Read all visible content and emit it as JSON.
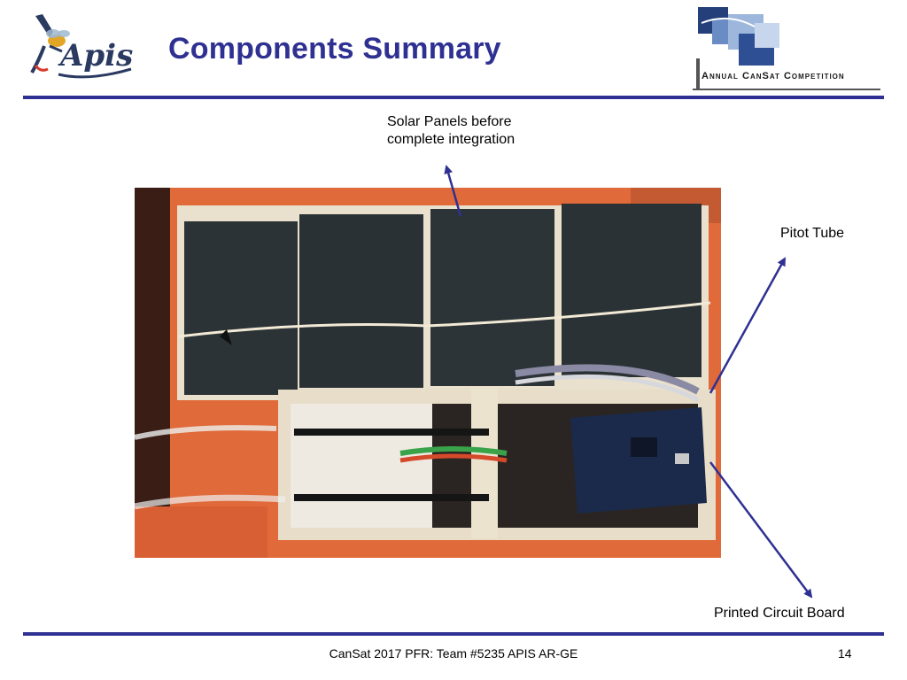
{
  "slide": {
    "title": "Components Summary",
    "left_logo_text": "Apis",
    "right_logo_text": "Annual CanSat Competition"
  },
  "photo": {
    "icon": "cansat-assembly-photo",
    "colors": {
      "background": "#e06a3a",
      "panel": "#2c3336",
      "wood": "#e7ddc9"
    }
  },
  "labels": {
    "solar": "Solar Panels before complete integration",
    "pitot": "Pitot Tube",
    "pcb": "Printed Circuit Board"
  },
  "footer": {
    "text": "CanSat 2017 PFR: Team #5235 APIS AR-GE",
    "page": "14"
  },
  "colors": {
    "accent": "#2f3192",
    "arrow": "#2f3192"
  }
}
